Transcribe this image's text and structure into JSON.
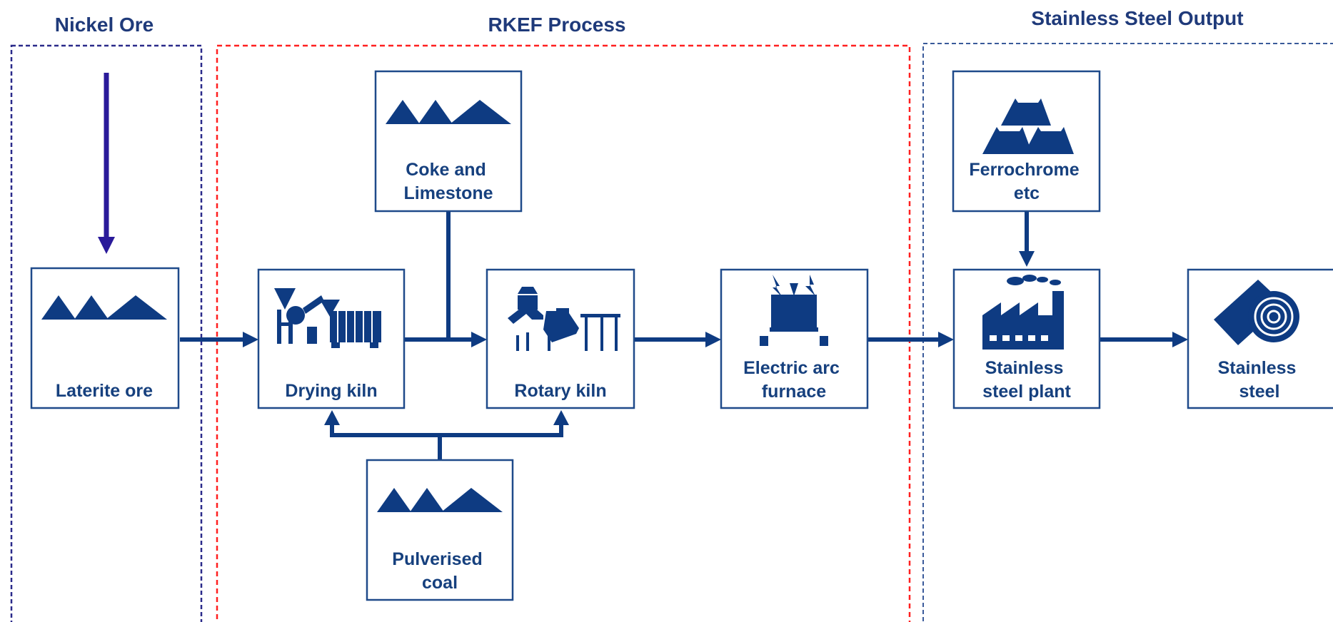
{
  "stages": {
    "nickel_ore": "Nickel Ore",
    "rkef": "RKEF Process",
    "stainless_output": "Stainless Steel Output"
  },
  "nodes": {
    "laterite_ore": [
      "Laterite ore"
    ],
    "drying_kiln": [
      "Drying kiln"
    ],
    "coke_limestone": [
      "Coke and",
      "Limestone"
    ],
    "rotary_kiln": [
      "Rotary kiln"
    ],
    "pulverised_coal": [
      "Pulverised",
      "coal"
    ],
    "electric_arc_furnace": [
      "Electric arc",
      "furnace"
    ],
    "ferrochrome": [
      "Ferrochrome",
      "etc"
    ],
    "stainless_plant": [
      "Stainless",
      "steel plant"
    ],
    "stainless_steel": [
      "Stainless",
      "steel"
    ]
  },
  "colors": {
    "primary": "#0e3b82",
    "box_border": "#1f4a8a",
    "label_text": "#16407e",
    "title_text": "#1f3a7a",
    "ore_frame": "#2a2a8a",
    "rkef_frame": "#ff2020",
    "output_frame": "#3a5a9a",
    "ore_arrow": "#2a1a9a"
  },
  "icons": {
    "laterite_ore": "ore-pile-icon",
    "coke_limestone": "ore-pile-icon",
    "pulverised_coal": "ore-pile-icon",
    "drying_kiln": "drying-kiln-icon",
    "rotary_kiln": "rotary-kiln-icon",
    "electric_arc_furnace": "arc-furnace-icon",
    "ferrochrome": "ingot-stack-icon",
    "stainless_plant": "factory-icon",
    "stainless_steel": "steel-coil-icon"
  }
}
